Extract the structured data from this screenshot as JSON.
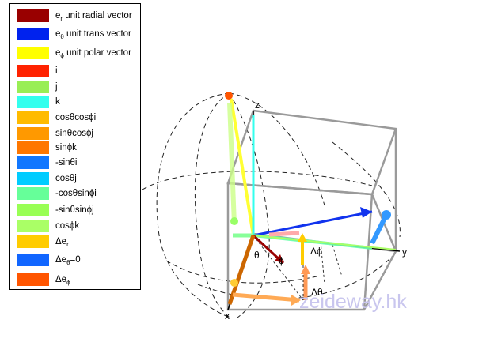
{
  "legend": {
    "items": [
      {
        "sym": "e",
        "sub": "r",
        "text": " unit radial vector",
        "color": "#990000"
      },
      {
        "sym": "e",
        "sub": "θ",
        "text": " unit trans vector",
        "color": "#0022ee"
      },
      {
        "sym": "e",
        "sub": "ϕ",
        "text": " unit polar vector",
        "color": "#ffff00"
      },
      {
        "sym": "",
        "sub": "",
        "text": "i",
        "color": "#ff2200"
      },
      {
        "sym": "",
        "sub": "",
        "text": "j",
        "color": "#99ee55"
      },
      {
        "sym": "",
        "sub": "",
        "text": "k",
        "color": "#33ffee"
      },
      {
        "sym": "",
        "sub": "",
        "text": "cosθcosϕi",
        "color": "#ffbb00"
      },
      {
        "sym": "",
        "sub": "",
        "text": "sinθcosϕj",
        "color": "#ff9900"
      },
      {
        "sym": "",
        "sub": "",
        "text": "sinϕk",
        "color": "#ff7700"
      },
      {
        "sym": "",
        "sub": "",
        "text": "-sinθi",
        "color": "#1177ff"
      },
      {
        "sym": "",
        "sub": "",
        "text": "cosθj",
        "color": "#00ccff"
      },
      {
        "sym": "",
        "sub": "",
        "text": "-cosθsinϕi",
        "color": "#66ff99"
      },
      {
        "sym": "",
        "sub": "",
        "text": "-sinθsinϕj",
        "color": "#99ff55"
      },
      {
        "sym": "",
        "sub": "",
        "text": "cosϕk",
        "color": "#aaff66"
      },
      {
        "sym": "Δe",
        "sub": "r",
        "text": "",
        "color": "#ffcc00"
      },
      {
        "sym": "Δe",
        "sub": "θ",
        "text": "=0",
        "color": "#1166ff"
      },
      {
        "sym": "Δe",
        "sub": "ϕ",
        "text": "",
        "color": "#ff5500"
      }
    ]
  },
  "axes": {
    "x": "x",
    "y": "y",
    "z": "z"
  },
  "angles": {
    "theta": "θ",
    "phi": "ϕ",
    "d_phi": "Δϕ",
    "d_theta": "Δθ"
  },
  "watermark": "zeideway.hk"
}
